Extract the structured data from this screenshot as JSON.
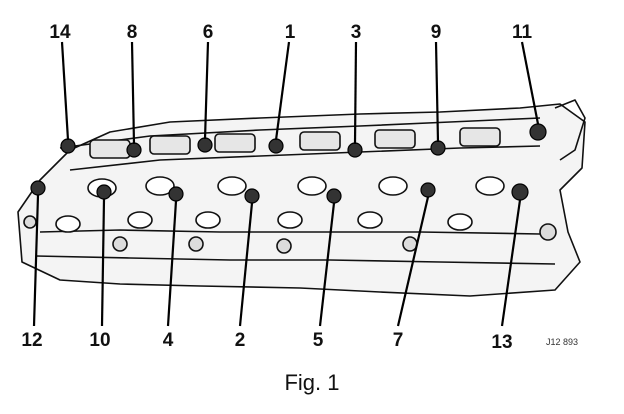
{
  "figure": {
    "caption": "Fig. 1",
    "reference_code": "J12 893"
  },
  "bolt_labels": {
    "top": [
      "14",
      "8",
      "6",
      "1",
      "3",
      "9",
      "11"
    ],
    "bottom": [
      "12",
      "10",
      "4",
      "2",
      "5",
      "7",
      "13"
    ]
  },
  "colors": {
    "ink": "#111111",
    "paper": "#ffffff"
  }
}
